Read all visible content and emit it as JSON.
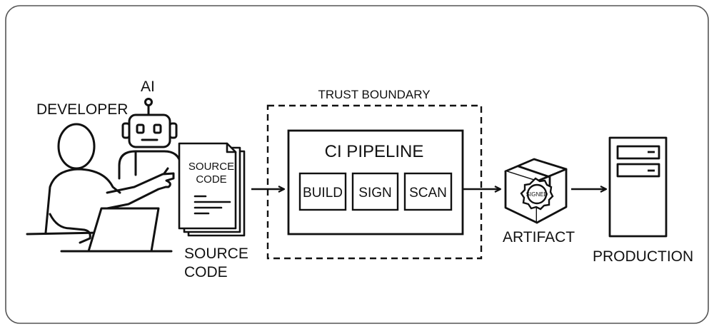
{
  "labels": {
    "ai": "AI",
    "developer": "DEVELOPER",
    "doc_text_line1": "SOURCE",
    "doc_text_line2": "CODE",
    "source_code_line1": "SOURCE",
    "source_code_line2": "CODE",
    "trust_boundary": "TRUST BOUNDARY",
    "ci_pipeline": "CI PIPELINE",
    "build": "BUILD",
    "sign": "SIGN",
    "scan": "SCAN",
    "artifact": "ARTIFACT",
    "seal": "SIGNED",
    "production": "PRODUCTION"
  },
  "icons": {
    "developer": "person-with-laptop-icon",
    "ai": "robot-icon",
    "document": "source-code-document-icon",
    "artifact": "package-box-icon",
    "seal": "signed-seal-icon",
    "production": "server-tower-icon"
  },
  "colors": {
    "stroke": "#111111",
    "background": "#ffffff",
    "frame": "#555555"
  }
}
